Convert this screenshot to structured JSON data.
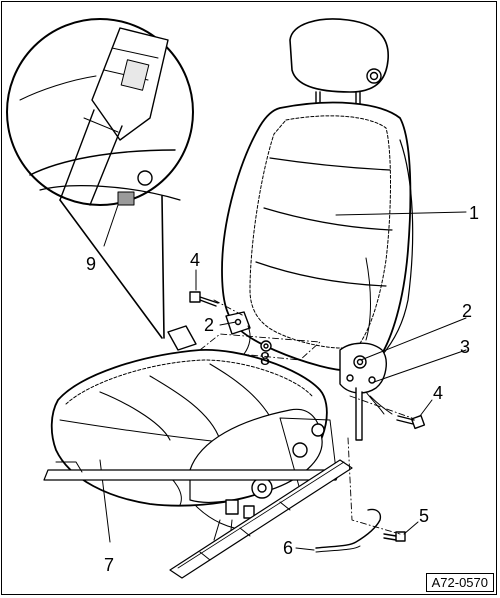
{
  "figure": {
    "reference_code": "A72-0570",
    "callouts": [
      {
        "id": "c1",
        "label": "1"
      },
      {
        "id": "c2a",
        "label": "2"
      },
      {
        "id": "c2b",
        "label": "2"
      },
      {
        "id": "c3",
        "label": "3"
      },
      {
        "id": "c4a",
        "label": "4"
      },
      {
        "id": "c4b",
        "label": "4"
      },
      {
        "id": "c5",
        "label": "5"
      },
      {
        "id": "c6",
        "label": "6"
      },
      {
        "id": "c7",
        "label": "7"
      },
      {
        "id": "c8",
        "label": "8"
      },
      {
        "id": "c9",
        "label": "9"
      }
    ]
  }
}
